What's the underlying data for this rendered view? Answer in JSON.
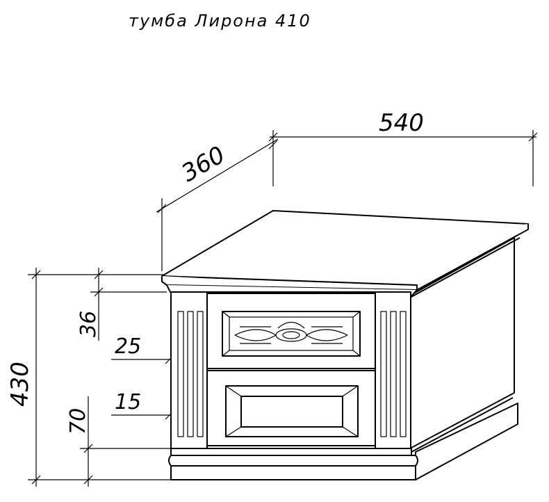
{
  "title": "тумба Лирона 410",
  "dimensions": {
    "width": "540",
    "depth": "360",
    "height": "430",
    "top_thickness": "36",
    "drawer_gap": "25",
    "drawer_inset": "15",
    "plinth_height": "70"
  },
  "colors": {
    "line": "#000000",
    "background": "#ffffff"
  }
}
